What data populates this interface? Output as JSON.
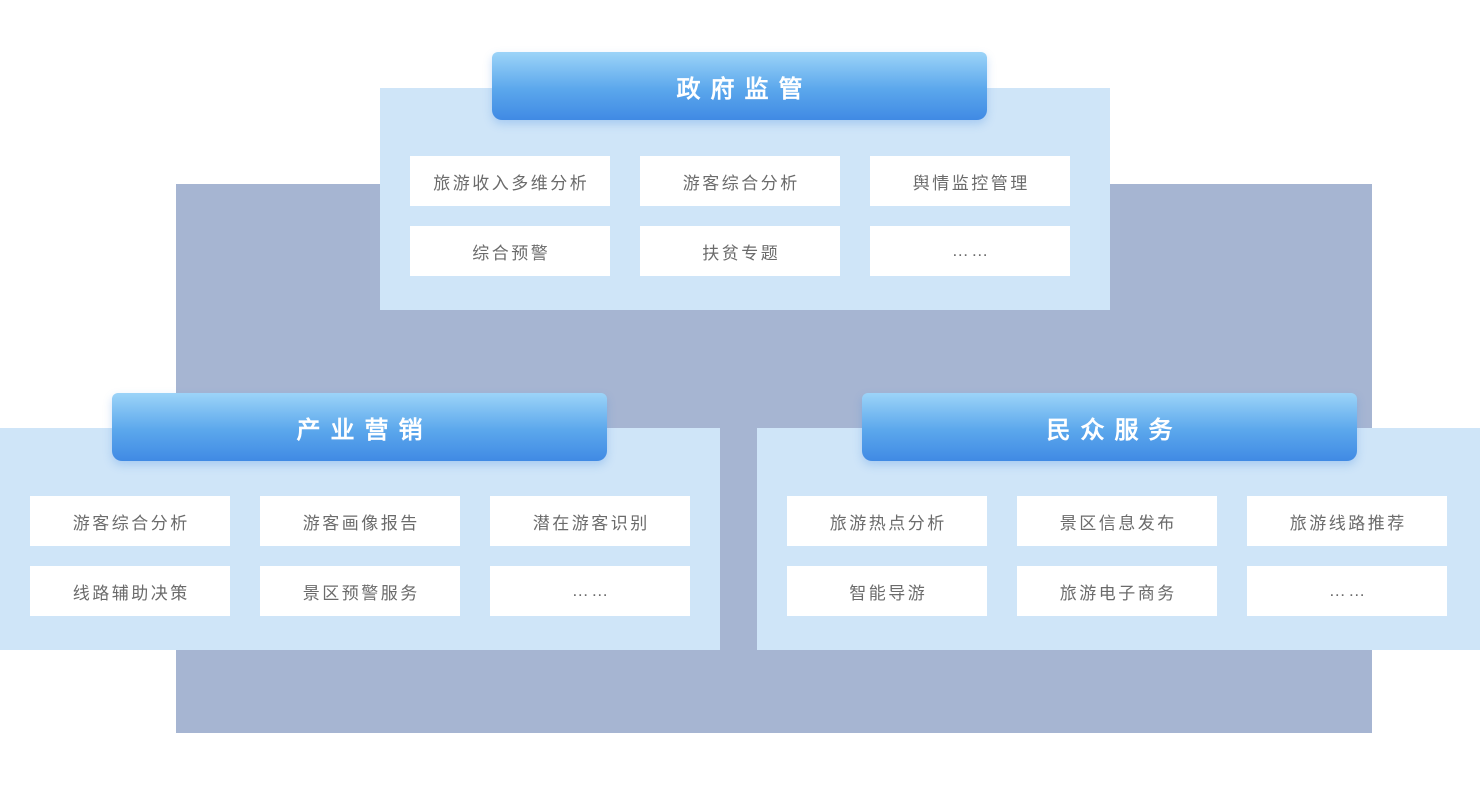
{
  "diagram": {
    "background_color": "#ffffff",
    "backdrop_color": "#a6b5d2",
    "panel_color": "#cfe5f8",
    "item_background": "#ffffff",
    "item_text_color": "#6b6b6b",
    "header_text_color": "#ffffff",
    "header_gradient_top": "#9cd4f8",
    "header_gradient_bottom": "#408ae4",
    "sections": [
      {
        "id": "government",
        "title": "政府监管",
        "items": [
          "旅游收入多维分析",
          "游客综合分析",
          "舆情监控管理",
          "综合预警",
          "扶贫专题",
          "……"
        ]
      },
      {
        "id": "industry",
        "title": "产业营销",
        "items": [
          "游客综合分析",
          "游客画像报告",
          "潜在游客识别",
          "线路辅助决策",
          "景区预警服务",
          "……"
        ]
      },
      {
        "id": "public",
        "title": "民众服务",
        "items": [
          "旅游热点分析",
          "景区信息发布",
          "旅游线路推荐",
          "智能导游",
          "旅游电子商务",
          "……"
        ]
      }
    ]
  }
}
